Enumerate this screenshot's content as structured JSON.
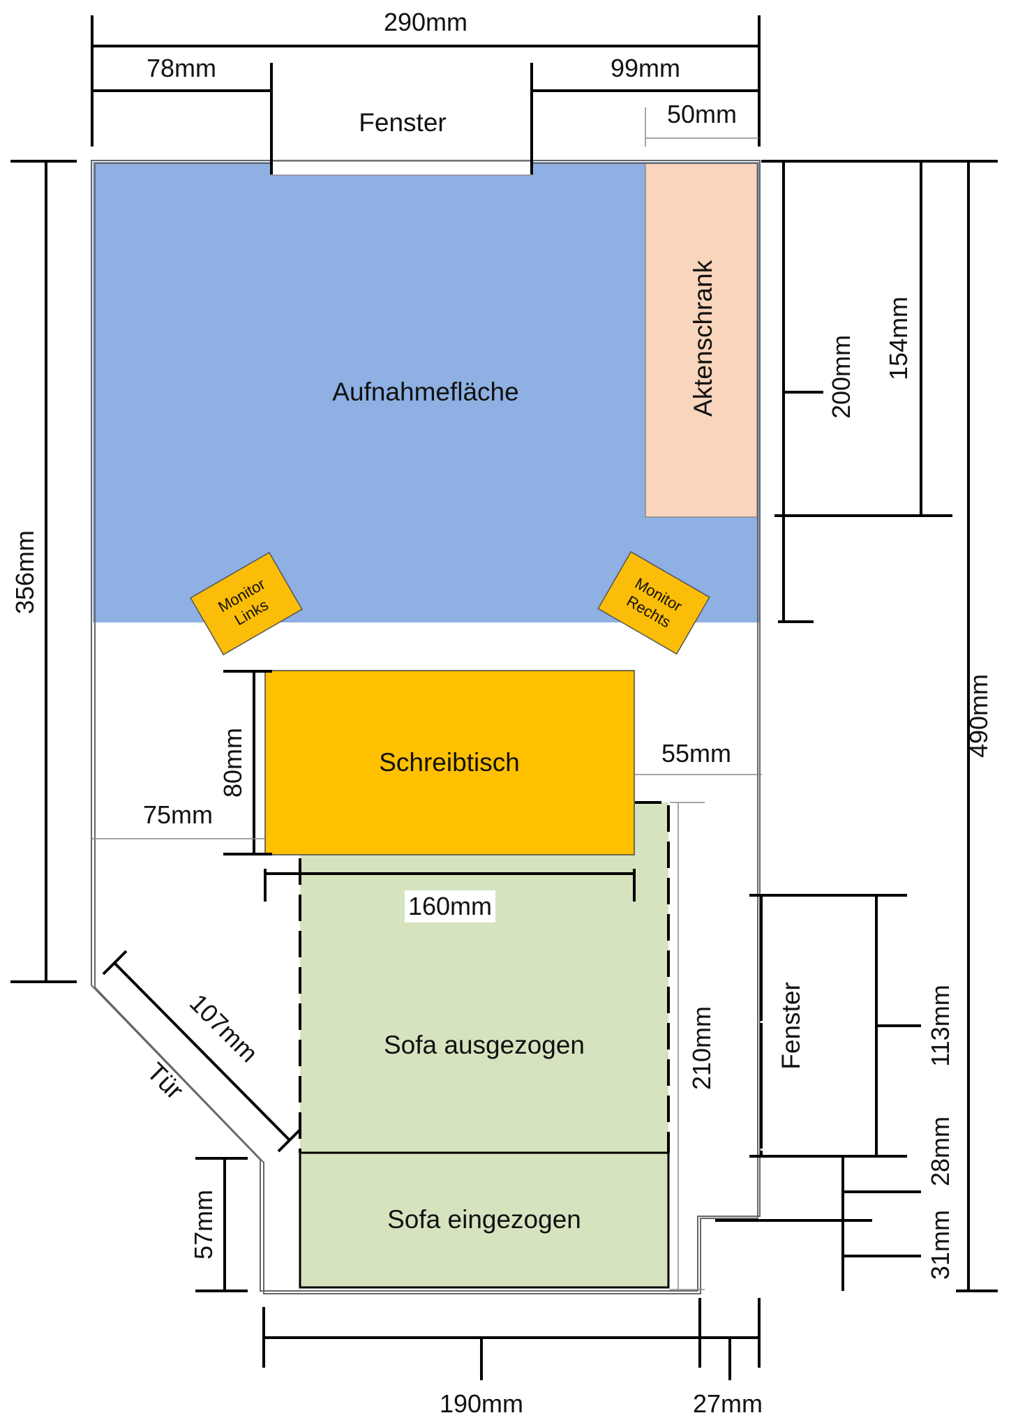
{
  "floorplan": {
    "labels": {
      "width_top": "290mm",
      "left_window_offset": "78mm",
      "right_window_offset": "99mm",
      "cabinet_depth": "50mm",
      "window_top": "Fenster",
      "height_left": "356mm",
      "right_200": "200mm",
      "right_154": "154mm",
      "height_total": "490mm",
      "desk_height": "80mm",
      "desk_left": "75mm",
      "desk_right": "55mm",
      "desk_width": "160mm",
      "door_width": "107mm",
      "door": "Tür",
      "sofa_length": "210mm",
      "window_right": "Fenster",
      "window_right_size": "113mm",
      "right_28": "28mm",
      "right_31": "31mm",
      "bottom_57": "57mm",
      "bottom_190": "190mm",
      "bottom_27": "27mm"
    },
    "areas": {
      "recording": "Aufnahmefläche",
      "cabinet": "Aktenschrank",
      "monitor_left_1": "Monitor",
      "monitor_left_2": "Links",
      "monitor_right_1": "Monitor",
      "monitor_right_2": "Rechts",
      "desk": "Schreibtisch",
      "sofa_extended": "Sofa ausgezogen",
      "sofa_retracted": "Sofa eingezogen"
    },
    "colors": {
      "recording": "#8eb0e3",
      "cabinet": "#f8d5bc",
      "monitor": "#fbbd08",
      "desk": "#ffc000",
      "sofa": "#d6e3bf"
    }
  }
}
